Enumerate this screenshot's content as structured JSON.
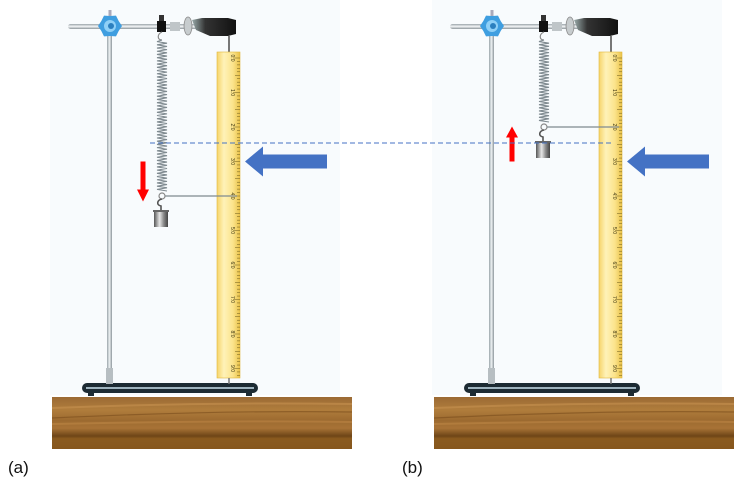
{
  "captions": {
    "a": "(a)",
    "b": "(b)"
  },
  "ruler": {
    "labels": [
      "0.0",
      "1.0",
      "2.0",
      "3.0",
      "4.0",
      "5.0",
      "6.0",
      "7.0",
      "8.0",
      "9.0"
    ],
    "unit_count": 10
  },
  "panels": [
    {
      "id": "a",
      "spring_extension_reading": 4.0,
      "motion_direction": "down",
      "reference_reading": 3.0
    },
    {
      "id": "b",
      "spring_extension_reading": 2.0,
      "motion_direction": "up",
      "reference_reading": 3.0
    }
  ],
  "colors": {
    "reference_arrow": "#4472c4",
    "motion_arrow": "#ff0000",
    "dashed_line": "#4472c4",
    "ruler_fill": "#fbe38a",
    "table_wood": "#8a5a22"
  }
}
